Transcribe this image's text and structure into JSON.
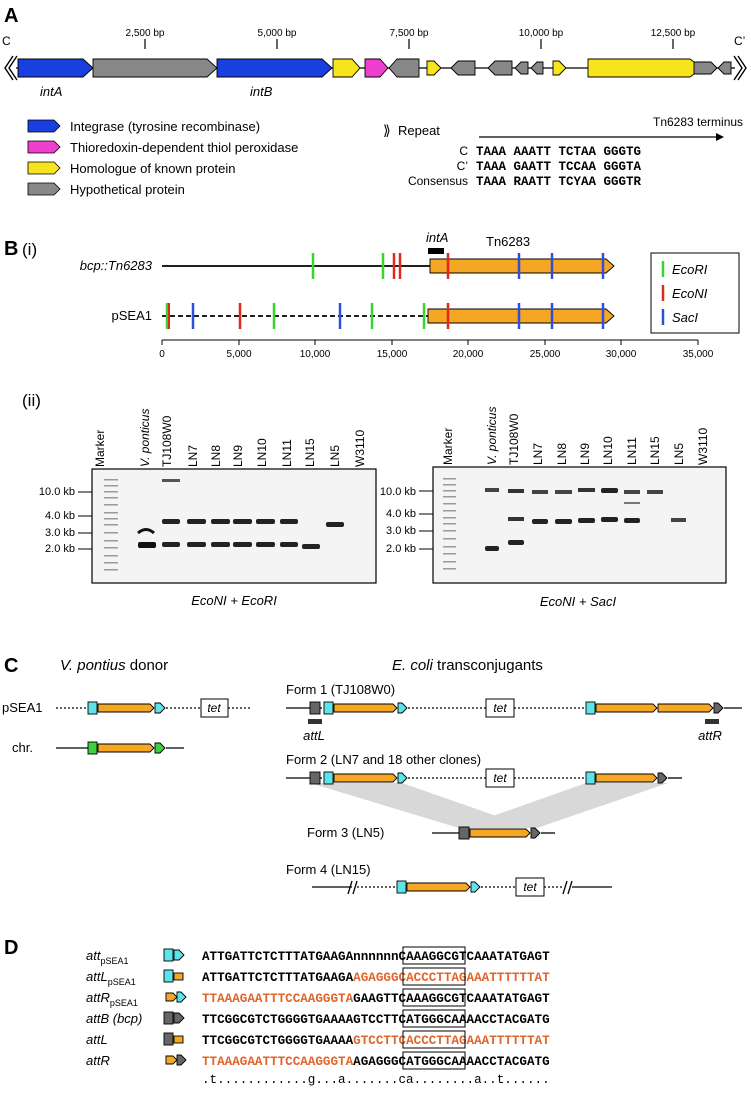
{
  "panel_labels": {
    "a": "A",
    "b": "B",
    "b_i": "(i)",
    "b_ii": "(ii)",
    "c": "C",
    "d": "D"
  },
  "panel_a": {
    "end_left": "C",
    "end_right": "C’",
    "scale_ticks": [
      "2,500 bp",
      "5,000 bp",
      "7,500 bp",
      "10,000 bp",
      "12,500 bp"
    ],
    "gene_labels": [
      "intA",
      "intB"
    ],
    "legend": [
      {
        "label": "Integrase (tyrosine recombinase)",
        "color": "#1a3fe0"
      },
      {
        "label": "Thioredoxin-dependent thiol peroxidase",
        "color": "#ee3fcf"
      },
      {
        "label": "Homologue of known protein",
        "color": "#f6e41c"
      },
      {
        "label": "Hypothetical protein",
        "color": "#888888"
      }
    ],
    "repeat": {
      "symbol": "⟫",
      "title": "Repeat",
      "terminus": "Tn6283 terminus",
      "rows": [
        {
          "name": "C",
          "seq": "TAAA AAATT TCTAA GGGTG"
        },
        {
          "name": "C’",
          "seq": "TAAA GAATT TCCAA GGGTA"
        },
        {
          "name": "Consensus",
          "seq": "TAAA RAATT TCYAA GGGTR"
        }
      ]
    }
  },
  "panel_b_i": {
    "construct_1": "bcp::Tn6283",
    "construct_2": "pSEA1",
    "intA_label": "intA",
    "tn_label": "Tn6283",
    "legend": [
      {
        "label": "EcoRI",
        "color": "#39d42f"
      },
      {
        "label": "EcoNI",
        "color": "#e0281e"
      },
      {
        "label": "SacI",
        "color": "#2e4fd8"
      }
    ],
    "axis_ticks": [
      "0",
      "5,000",
      "10,000",
      "15,000",
      "20,000",
      "25,000",
      "30,000",
      "35,000"
    ]
  },
  "panel_b_ii": {
    "lanes": [
      "Marker",
      "V. ponticus",
      "TJ108W0",
      "LN7",
      "LN8",
      "LN9",
      "LN10",
      "LN11",
      "LN15",
      "LN5",
      "W3110"
    ],
    "size_labels": [
      "10.0 kb",
      "4.0 kb",
      "3.0 kb",
      "2.0 kb"
    ],
    "gel1_caption": "EcoNI + EcoRI",
    "gel2_caption": "EcoNI + SacI"
  },
  "panel_c": {
    "donor_title_species": "V. pontius",
    "donor_title_rest": " donor",
    "recipient_title_species": "E. coli",
    "recipient_title_rest": " transconjugants",
    "pSEA1": "pSEA1",
    "chr": "chr.",
    "tet": "tet",
    "forms": [
      "Form 1 (TJ108W0)",
      "Form 2 (LN7 and 18 other clones)",
      "Form 3 (LN5)",
      "Form 4 (LN15)"
    ],
    "attL": "attL",
    "attR": "attR"
  },
  "panel_d": {
    "rows": [
      {
        "name": "att",
        "sub": "pSEA1",
        "black1": "ATTGATTCTCTTTATGAAGA",
        "box": "nnnnnn",
        "box_red": false,
        "red": "",
        "black2": "CAAAGGCGTCAAATATGAGT"
      },
      {
        "name": "attL",
        "sub": "pSEA1",
        "black1": "ATTGATTCTCTTTATGAAGA",
        "box": "AGAGGG",
        "box_red": true,
        "red": "CACCCTTAGAAATTTTTTAT",
        "black2": ""
      },
      {
        "name": "attR",
        "sub": "pSEA1",
        "red": "TTAAAGAATTTCCAAGGGTA",
        "box": "GAAGTT",
        "box_red": false,
        "black2": "CAAAGGCGTCAAATATGAGT"
      },
      {
        "name": "attB (bcp)",
        "sub": "",
        "black1": "TTCGGCGTCTGGGGTGAAAA",
        "box": "GTCCTT",
        "box_red": false,
        "red": "",
        "black2": "CATGGGCAAAACCTACGATG"
      },
      {
        "name": "attL",
        "sub": "",
        "black1": "TTCGGCGTCTGGGGTGAAAA",
        "box": "GTCCTT",
        "box_red": true,
        "red": "CACCCTTAGAAATTTTTTAT",
        "black2": ""
      },
      {
        "name": "attR",
        "sub": "",
        "red": "TTAAAGAATTTCCAAGGGTA",
        "box": "AGAGGG",
        "box_red": false,
        "black2": "CATGGGCAAAACCTACGATG"
      }
    ],
    "consensus": ".t............g...a.......ca........a..t......"
  }
}
